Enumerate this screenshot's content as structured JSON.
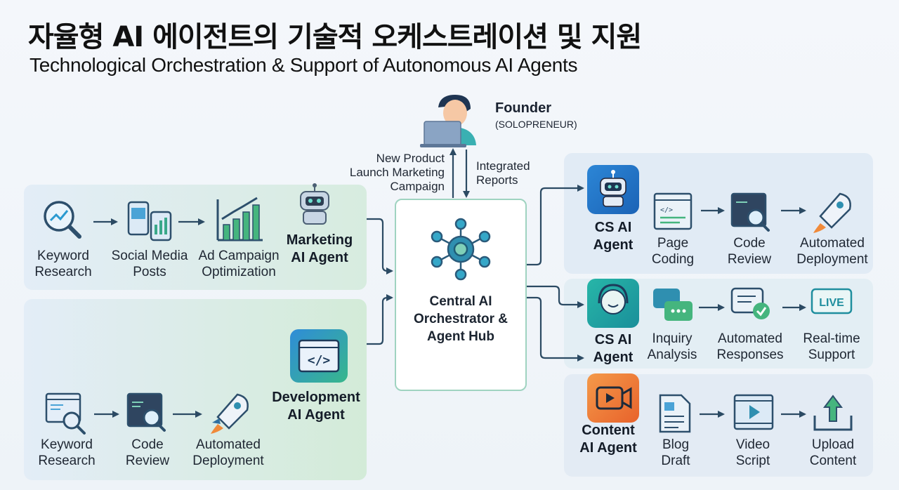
{
  "title_ko": "자율형 AI 에이전트의 기술적 오케스트레이션 및 지원",
  "title_en": "Technological Orchestration & Support of Autonomous AI Agents",
  "founder": {
    "name": "Founder",
    "role": "(SOLOPRENEUR)"
  },
  "flows": {
    "to_hub": [
      "New Product",
      "Launch Marketing",
      "Campaign"
    ],
    "to_founder": [
      "Integrated",
      "Reports"
    ]
  },
  "hub": {
    "label": [
      "Central AI",
      "Orchestrator &",
      "Agent Hub"
    ]
  },
  "marketing": {
    "agent": [
      "Marketing",
      "AI Agent"
    ],
    "steps": [
      {
        "l1": "Keyword",
        "l2": "Research",
        "icon": "magnifier-chart-icon"
      },
      {
        "l1": "Social Media",
        "l2": "Posts",
        "icon": "phones-icon"
      },
      {
        "l1": "Ad Campaign",
        "l2": "Optimization",
        "icon": "bar-chart-icon"
      }
    ]
  },
  "development": {
    "agent": [
      "Development",
      "AI Agent"
    ],
    "steps": [
      {
        "l1": "Keyword",
        "l2": "Research",
        "icon": "code-search-icon"
      },
      {
        "l1": "Code",
        "l2": "Review",
        "icon": "code-review-icon"
      },
      {
        "l1": "Automated",
        "l2": "Deployment",
        "icon": "rocket-icon"
      }
    ]
  },
  "right1": {
    "agent": [
      "CS AI",
      "Agent"
    ],
    "steps": [
      {
        "l1": "Page",
        "l2": "Coding",
        "icon": "code-window-icon"
      },
      {
        "l1": "Code",
        "l2": "Review",
        "icon": "code-review-icon"
      },
      {
        "l1": "Automated",
        "l2": "Deployment",
        "icon": "rocket-icon"
      }
    ]
  },
  "right2": {
    "agent": [
      "CS AI",
      "Agent"
    ],
    "steps": [
      {
        "l1": "Inquiry",
        "l2": "Analysis",
        "icon": "chat-bubbles-icon"
      },
      {
        "l1": "Automated",
        "l2": "Responses",
        "icon": "chat-check-icon"
      },
      {
        "l1": "Real-time",
        "l2": "Support",
        "icon": "live-icon"
      }
    ]
  },
  "right3": {
    "agent": [
      "Content",
      "AI Agent"
    ],
    "steps": [
      {
        "l1": "Blog",
        "l2": "Draft",
        "icon": "document-icon"
      },
      {
        "l1": "Video",
        "l2": "Script",
        "icon": "video-icon"
      },
      {
        "l1": "Upload",
        "l2": "Content",
        "icon": "upload-icon"
      }
    ]
  },
  "live_text": "LIVE",
  "code_text": "</>",
  "colors": {
    "accent_teal": "#1f8e9e",
    "accent_green": "#5fbf6a",
    "accent_orange": "#f07a3a",
    "arrow": "#2b4a63"
  }
}
